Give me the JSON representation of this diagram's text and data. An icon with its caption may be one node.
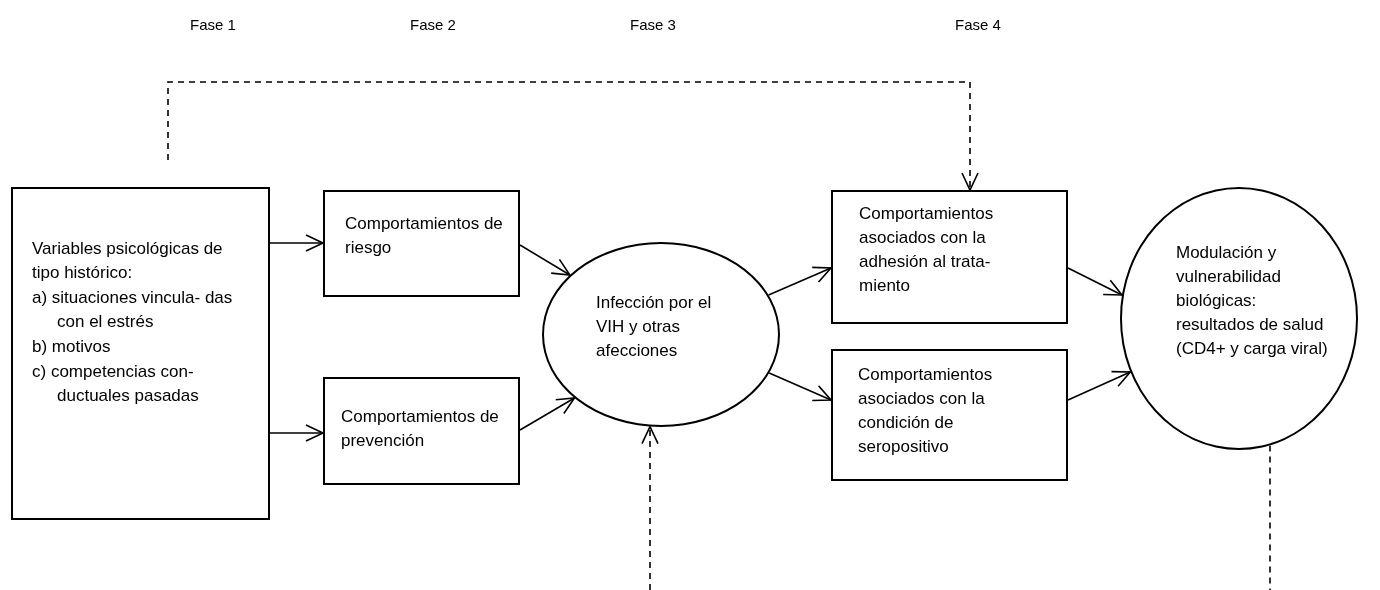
{
  "diagram": {
    "nodes": [
      {
        "text": [
          "Variables psicológicas de tipo histórico:",
          "a) situaciones vincula- das con el estrés",
          "b) motivos",
          "c) competencias con- ductuales pasadas"
        ]
      },
      {
        "text": [
          "Comportamientos de riesgo"
        ]
      },
      {
        "text": [
          "Comportamientos de prevención"
        ]
      },
      {
        "text": [
          "Infección por el VIH y otras afecciones"
        ]
      },
      {
        "text": [
          "Comportamientos asociados con la adhesión al trata- miento"
        ]
      },
      {
        "text": [
          "Comportamientos asociados con la condición de seropositivo"
        ]
      },
      {
        "text": [
          "Modulación y vulnerabilidad biológicas: resultados de salud (CD4+ y carga viral)"
        ]
      }
    ],
    "edges": [
      {
        "from": 0,
        "to": 1,
        "arrow": "to"
      },
      {
        "from": 0,
        "to": 2,
        "arrow": "to"
      },
      {
        "from": 1,
        "to": 3,
        "arrow": "to"
      },
      {
        "from": 2,
        "to": 3,
        "arrow": "to"
      },
      {
        "from": 3,
        "to": 4,
        "arrow": "to"
      },
      {
        "from": 3,
        "to": 5,
        "arrow": "to"
      },
      {
        "from": 4,
        "to": 6,
        "arrow": "to"
      },
      {
        "from": 5,
        "to": 6,
        "arrow": "to"
      },
      {
        "from": null,
        "to": 4,
        "arrow": "to",
        "style": "dashed"
      },
      {
        "from": null,
        "to": 3,
        "arrow": "to",
        "style": "dashed"
      },
      {
        "from": 6,
        "to": null,
        "arrow": "none",
        "style": "dashed"
      }
    ],
    "labels": [
      "Fase 1",
      "Fase 2",
      "Fase 3",
      "Fase 4"
    ]
  }
}
